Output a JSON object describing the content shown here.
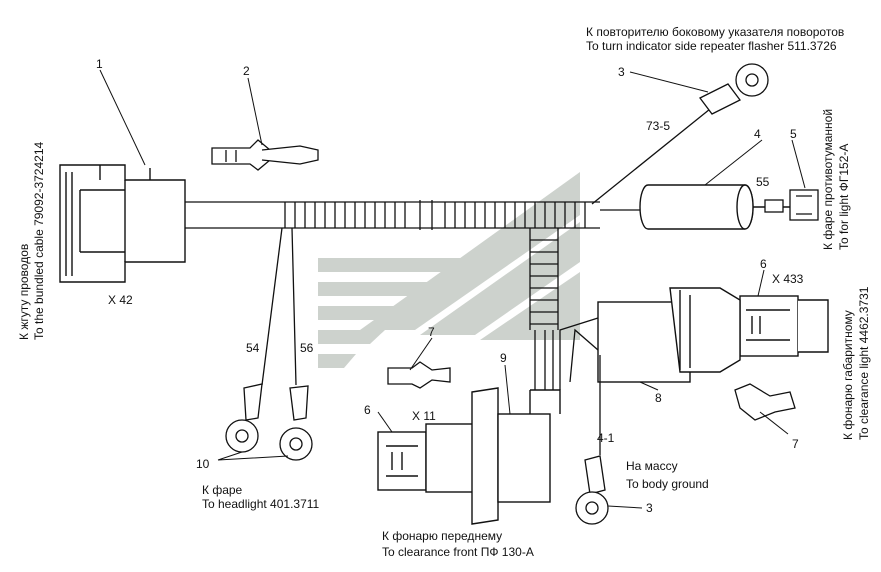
{
  "diagram": {
    "callouts": {
      "c1": "1",
      "c2": "2",
      "c3_top": "3",
      "c3_bottom": "3",
      "c4": "4",
      "c5": "5",
      "c6_right": "6",
      "c6_left": "6",
      "c7_left": "7",
      "c7_right": "7",
      "c8": "8",
      "c9": "9",
      "c10": "10"
    },
    "wire_labels": {
      "w73_5": "73-5",
      "w55": "55",
      "w54": "54",
      "w56": "56",
      "w4_1": "4-1"
    },
    "connector_labels": {
      "x42": "X 42",
      "x433": "X 433",
      "x11": "X 11"
    },
    "captions": {
      "repeater_ru": "К  повторителю боковому указателя поворотов",
      "repeater_en": "To turn indicator side repeater flasher 511.3726",
      "fog_ru": "К фаре противотуманной",
      "fog_en": "To for light ФГ152-А",
      "bundle_ru": "К жгуту проводов",
      "bundle_en": "To the bundled cable 79092-3724214",
      "clearance_ru": "К фонарю габаритному",
      "clearance_en": "To clearance light 4462.3731",
      "ground_ru": "На массу",
      "ground_en": "To body ground",
      "headlight_ru": "К фаре",
      "headlight_en": "To headlight 401.3711",
      "front_ru": "К фонарю переднему",
      "front_en": "To clearance front ПФ 130-А"
    }
  }
}
